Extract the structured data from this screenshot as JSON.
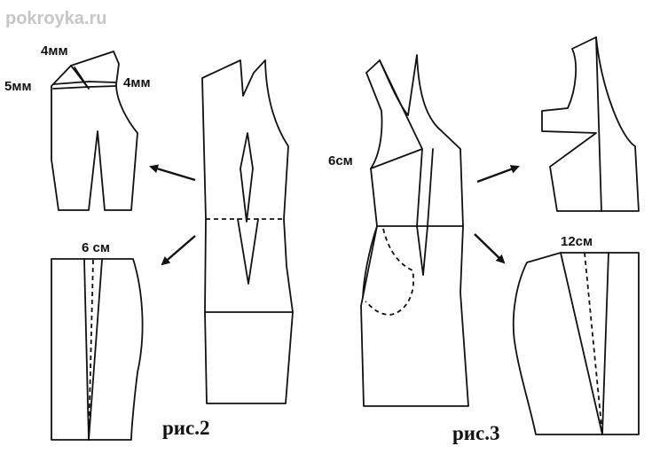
{
  "watermark": "pokroyka.ru",
  "figure2": {
    "caption": "рис.2",
    "labels": {
      "top_dart": "4мм",
      "left_dart": "5мм",
      "right_dart": "4мм",
      "skirt_dart": "6 см"
    }
  },
  "figure3": {
    "caption": "рис.3",
    "labels": {
      "side_dart": "6см",
      "skirt_dart": "12см"
    }
  },
  "colors": {
    "line": "#111111",
    "watermark": "#c6c6c6",
    "background": "#ffffff"
  }
}
